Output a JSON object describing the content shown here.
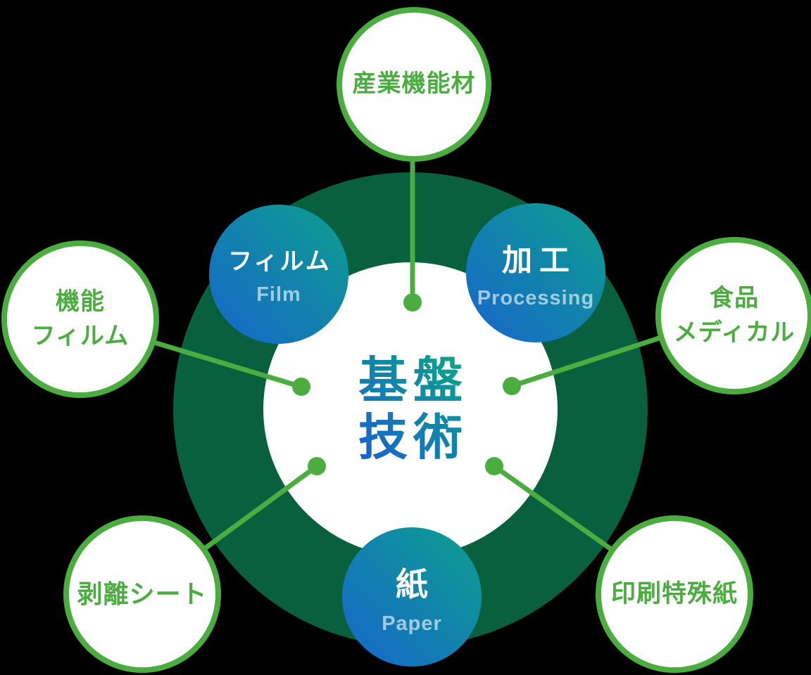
{
  "colors": {
    "background": "#000000",
    "ring_green": "#08603F",
    "accent_green": "#4BAD3F",
    "node_gradient_blue": "#1766CB",
    "node_gradient_teal": "#0D9F8E",
    "subtitle_text": "rgba(255,255,255,0.6)",
    "circle_fill": "#FFFFFF"
  },
  "center": {
    "line1": "基盤",
    "line2": "技術"
  },
  "inner_nodes": [
    {
      "id": "film",
      "label": "フィルム",
      "sublabel": "Film"
    },
    {
      "id": "processing",
      "label": "加工",
      "sublabel": "Processing"
    },
    {
      "id": "paper",
      "label": "紙",
      "sublabel": "Paper"
    }
  ],
  "outer_nodes": [
    {
      "id": "industrial-functional-materials",
      "lines": [
        "産業機能材"
      ]
    },
    {
      "id": "functional-film",
      "lines": [
        "機能",
        "フィルム"
      ]
    },
    {
      "id": "food-medical",
      "lines": [
        "食品",
        "メディカル"
      ]
    },
    {
      "id": "release-sheet",
      "lines": [
        "剥離シート"
      ]
    },
    {
      "id": "printing-specialty-paper",
      "lines": [
        "印刷特殊紙"
      ]
    }
  ]
}
